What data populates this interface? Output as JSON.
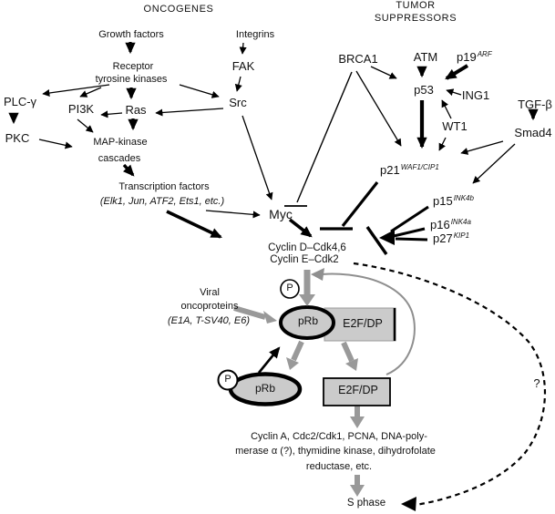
{
  "headings": {
    "oncogenes": "ONCOGENES",
    "tumor_line1": "TUMOR",
    "tumor_line2": "SUPPRESSORS"
  },
  "nodes": {
    "growth_factors": "Growth factors",
    "integrins": "Integrins",
    "receptor_l1": "Receptor",
    "receptor_l2": "tyrosine kinases",
    "fak": "FAK",
    "plc_gamma": "PLC-γ",
    "pi3k": "PI3K",
    "ras": "Ras",
    "src": "Src",
    "pkc": "PKC",
    "mapk_l1": "MAP-kinase",
    "mapk_l2": "cascades",
    "tf_l1": "Transcription factors",
    "tf_l2": "(Elk1, Jun, ATF2, Ets1, etc.)",
    "myc": "Myc",
    "brca1": "BRCA1",
    "atm": "ATM",
    "p19": {
      "base": "p19",
      "sup": "ARF"
    },
    "p53": "p53",
    "ing1": "ING1",
    "wt1": "WT1",
    "tgf_beta": "TGF-β",
    "smad4": "Smad4",
    "p21": {
      "base": "p21",
      "sup": "WAF1/CIP1"
    },
    "p15": {
      "base": "p15",
      "sup": "INK4b"
    },
    "p16": {
      "base": "p16",
      "sup": "INK4a"
    },
    "p27": {
      "base": "p27",
      "sup": "KIP1"
    },
    "cyclin_l1": "Cyclin D–Cdk4,6",
    "cyclin_l2": "Cyclin E–Cdk2",
    "viral_l1": "Viral",
    "viral_l2": "oncoproteins",
    "viral_l3": "(E1A, T-SV40, E6)",
    "p_upper": "P",
    "prb_upper": "pRb",
    "e2f_upper": "E2F/DP",
    "p_lower": "P",
    "prb_lower": "pRb",
    "e2f_lower": "E2F/DP",
    "genes_l1": "Cyclin A, Cdc2/Cdk1, PCNA, DNA-poly-",
    "genes_l2": "merase α (?), thymidine kinase, dihydrofolate",
    "genes_l3": "reductase, etc.",
    "s_phase": "S phase",
    "question_mark": "?"
  },
  "colors": {
    "complex_fill": "#cbcbcb",
    "gray_arrow": "#999999",
    "line": "#000000",
    "background": "#ffffff"
  },
  "edges": [
    {
      "from": "Growth factors",
      "to": "Receptor tyrosine kinases",
      "type": "activate-bold"
    },
    {
      "from": "Integrins",
      "to": "FAK",
      "type": "activate"
    },
    {
      "from": "FAK",
      "to": "Src",
      "type": "activate"
    },
    {
      "from": "Receptor tyrosine kinases",
      "to": "PLC-γ",
      "type": "activate"
    },
    {
      "from": "Receptor tyrosine kinases",
      "to": "PI3K",
      "type": "activate"
    },
    {
      "from": "Receptor tyrosine kinases",
      "to": "Ras",
      "type": "activate-bold"
    },
    {
      "from": "Receptor tyrosine kinases",
      "to": "Src",
      "type": "activate"
    },
    {
      "from": "Ras",
      "to": "PI3K",
      "type": "activate"
    },
    {
      "from": "Src",
      "to": "Ras",
      "type": "activate"
    },
    {
      "from": "PLC-γ",
      "to": "PKC",
      "type": "activate"
    },
    {
      "from": "PI3K",
      "to": "MAP-kinase cascades",
      "type": "activate"
    },
    {
      "from": "PKC",
      "to": "MAP-kinase cascades",
      "type": "activate"
    },
    {
      "from": "Ras",
      "to": "MAP-kinase cascades",
      "type": "activate-bold"
    },
    {
      "from": "MAP-kinase cascades",
      "to": "Transcription factors",
      "type": "activate-bold"
    },
    {
      "from": "Transcription factors",
      "to": "Myc",
      "type": "activate"
    },
    {
      "from": "Transcription factors",
      "to": "Cyclin D/E complexes",
      "type": "activate-bold"
    },
    {
      "from": "Src",
      "to": "Myc",
      "type": "activate"
    },
    {
      "from": "BRCA1",
      "to": "Myc",
      "type": "inhibit"
    },
    {
      "from": "BRCA1",
      "to": "p53",
      "type": "activate"
    },
    {
      "from": "BRCA1",
      "to": "p21",
      "type": "activate"
    },
    {
      "from": "ATM",
      "to": "p53",
      "type": "activate-bold"
    },
    {
      "from": "p19ARF",
      "to": "p53",
      "type": "activate-bold"
    },
    {
      "from": "ING1",
      "to": "p53",
      "type": "activate"
    },
    {
      "from": "WT1",
      "to": "p53",
      "type": "activate"
    },
    {
      "from": "WT1",
      "to": "p21",
      "type": "activate"
    },
    {
      "from": "TGF-β",
      "to": "Smad4",
      "type": "activate-bold"
    },
    {
      "from": "Smad4",
      "to": "p21",
      "type": "activate"
    },
    {
      "from": "Smad4",
      "to": "p15",
      "type": "activate"
    },
    {
      "from": "p53",
      "to": "p21",
      "type": "activate-bold"
    },
    {
      "from": "p21",
      "to": "Cyclin D/E complexes",
      "type": "inhibit"
    },
    {
      "from": "p15/p16/p27",
      "to": "Cyclin D/E complexes",
      "type": "inhibit"
    },
    {
      "from": "Myc",
      "to": "Cyclin D/E complexes",
      "type": "activate-bold"
    },
    {
      "from": "Cyclin D/E complexes",
      "to": "pRb–E2F/DP (phosphorylation)",
      "type": "gray-arrow"
    },
    {
      "from": "Viral oncoproteins",
      "to": "pRb–E2F/DP",
      "type": "gray-arrow"
    },
    {
      "from": "pRb–E2F/DP",
      "to": "phospho-pRb",
      "type": "gray-arrow"
    },
    {
      "from": "pRb–E2F/DP",
      "to": "free E2F/DP",
      "type": "gray-arrow"
    },
    {
      "from": "phospho-pRb",
      "to": "pRb–E2F/DP",
      "type": "activate"
    },
    {
      "from": "free E2F/DP",
      "to": "S-phase genes",
      "type": "gray-arrow"
    },
    {
      "from": "free E2F/DP",
      "to": "Cyclin D/E complexes",
      "type": "gray-feedback"
    },
    {
      "from": "S-phase genes",
      "to": "S phase",
      "type": "gray-arrow"
    },
    {
      "from": "Cyclin D/E complexes",
      "to": "S phase",
      "type": "dashed-uncertain"
    }
  ]
}
